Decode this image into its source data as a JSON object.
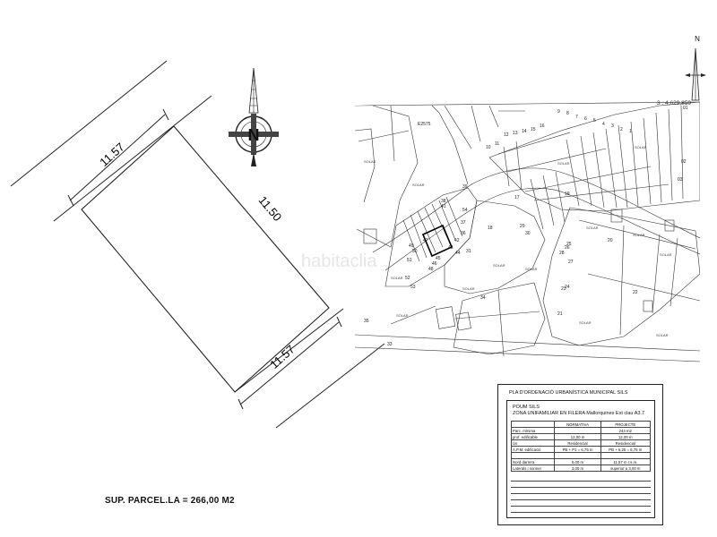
{
  "plot": {
    "dimensions": {
      "top": "11.57",
      "right": "11.50",
      "bottom": "11.57",
      "left": ""
    },
    "north_letter": "N",
    "area_label": "SUP. PARCEL.LA  = 266,00 M2"
  },
  "map": {
    "north_letter": "N",
    "scale_label": "3 : 4,629,859",
    "watermark": "habitaclia",
    "plot_labels": [
      "E2575",
      "41",
      "42",
      "43",
      "44",
      "45",
      "46",
      "47",
      "48",
      "49",
      "50",
      "51",
      "52",
      "53",
      "54",
      "39",
      "38",
      "37",
      "36",
      "35",
      "34",
      "33",
      "31",
      "30",
      "29",
      "28",
      "27",
      "26",
      "25",
      "24",
      "23",
      "22",
      "21",
      "20",
      "19",
      "18",
      "17",
      "16",
      "15",
      "14",
      "13",
      "12",
      "11",
      "10",
      "9",
      "8",
      "7",
      "6",
      "5",
      "4",
      "3",
      "2",
      "1",
      "03",
      "02",
      "01"
    ],
    "block_labels": [
      "SOLAR",
      "SOLAR",
      "SOLAR",
      "SOLAR",
      "SOLAR",
      "SOLAR",
      "SOLAR",
      "SOLAR",
      "SOLAR",
      "SOLAR",
      "SOLAR",
      "SOLAR",
      "SOLAR",
      "SOLAR"
    ]
  },
  "zoning_table": {
    "title": "PLA D'ORDENACIÓ URBANÍSTICA MUNICIPAL SILS",
    "poum": "POUM SILS",
    "zone": "ZONA   UNIFAMILIAR  EN FILERA  Mallorquines Est   clau A3.7",
    "headers": [
      "",
      "NORMATIVA",
      "PROJECTE"
    ],
    "rows": [
      [
        "Parc. mínima",
        "",
        "244 m2"
      ],
      [
        "prof. edificable",
        "12,00 m",
        "12,00 m"
      ],
      [
        "Ús",
        "Residencial",
        "Residencial"
      ],
      [
        "A.P.M. edificació",
        "PB + P1 = 6,75 m",
        "PB + 6,25 = 6,75 m"
      ],
      [
        "",
        "",
        ""
      ],
      [
        "Nord darrera",
        "6,00 m",
        "11,57 m r.s.m."
      ],
      [
        "Laterals i nonner",
        "3,00 m",
        "superior a 3,00 m"
      ]
    ]
  }
}
